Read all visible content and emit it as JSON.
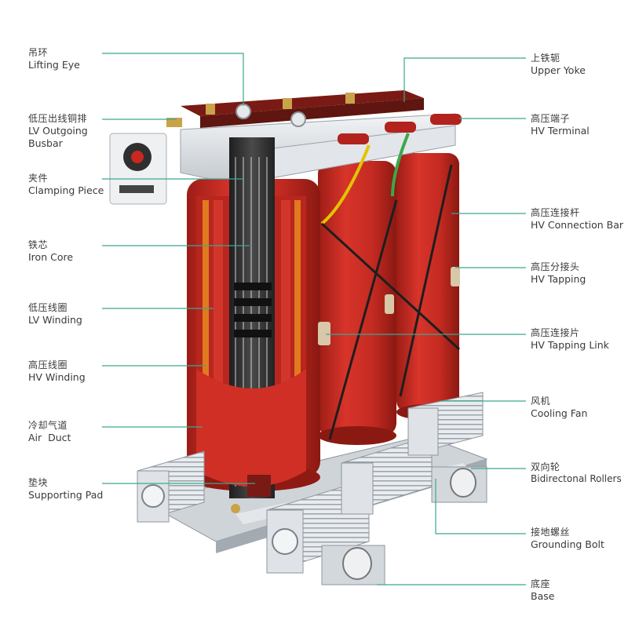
{
  "colors": {
    "leader_line": "#3aa890",
    "resin_red": "#c8281f",
    "resin_dark": "#8f1a14",
    "steel": "#d9dde2",
    "core": "#2b2b2b",
    "label_text": "#3a3a3a"
  },
  "labels_left": [
    {
      "zh": "吊环",
      "en": "Lifting Eye"
    },
    {
      "zh": "低压出线铜排",
      "en": "LV Outgoing Busbar"
    },
    {
      "zh": "夹件",
      "en": "Clamping Piece"
    },
    {
      "zh": "铁芯",
      "en": "Iron Core"
    },
    {
      "zh": "低压线圈",
      "en": "LV Winding"
    },
    {
      "zh": "高压线圈",
      "en": "HV Winding"
    },
    {
      "zh": "冷却气道",
      "en": "Air  Duct"
    },
    {
      "zh": "垫块",
      "en": "Supporting Pad"
    }
  ],
  "labels_right": [
    {
      "zh": "上铁轭",
      "en": "Upper Yoke"
    },
    {
      "zh": "高压端子",
      "en": "HV Terminal"
    },
    {
      "zh": "高压连接杆",
      "en": "HV Connection Bar"
    },
    {
      "zh": "高压分接头",
      "en": "HV Tapping"
    },
    {
      "zh": "高压连接片",
      "en": "HV Tapping Link"
    },
    {
      "zh": "风机",
      "en": "Cooling Fan"
    },
    {
      "zh": "双向轮",
      "en": "Bidirectonal Rollers"
    },
    {
      "zh": "接地螺丝",
      "en": "Grounding Bolt"
    },
    {
      "zh": "底座",
      "en": "Base"
    }
  ]
}
